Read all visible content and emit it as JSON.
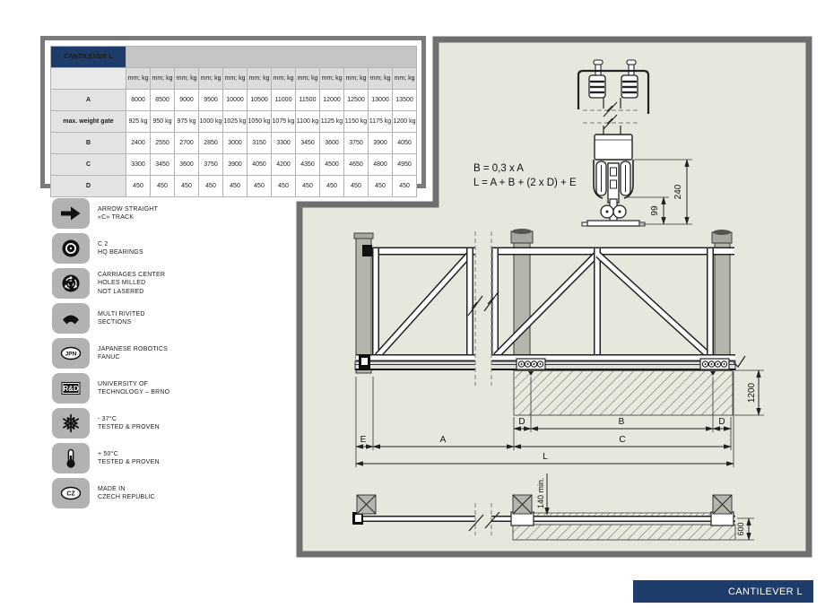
{
  "spec_table": {
    "title": "CANTILEVER L",
    "unit_cells": [
      "mm; kg",
      "mm; kg",
      "mm; kg",
      "mm; kg",
      "mm; kg",
      "mm; kg",
      "mm; kg",
      "mm; kg",
      "mm; kg",
      "mm; kg",
      "mm; kg",
      "mm; kg"
    ],
    "rows": [
      {
        "label": "A",
        "values": [
          "8000",
          "8500",
          "9000",
          "9500",
          "10000",
          "10500",
          "11000",
          "11500",
          "12000",
          "12500",
          "13000",
          "13500"
        ]
      },
      {
        "label": "max. weight gate",
        "values": [
          "925 kg",
          "950 kg",
          "975 kg",
          "1000 kg",
          "1025 kg",
          "1050 kg",
          "1075 kg",
          "1100 kg",
          "1125 kg",
          "1150 kg",
          "1175 kg",
          "1200 kg"
        ]
      },
      {
        "label": "B",
        "values": [
          "2400",
          "2550",
          "2700",
          "2850",
          "3000",
          "3150",
          "3300",
          "3450",
          "3600",
          "3750",
          "3900",
          "4050"
        ]
      },
      {
        "label": "C",
        "values": [
          "3300",
          "3450",
          "3600",
          "3750",
          "3900",
          "4050",
          "4200",
          "4350",
          "4500",
          "4650",
          "4800",
          "4950"
        ]
      },
      {
        "label": "D",
        "values": [
          "450",
          "450",
          "450",
          "450",
          "450",
          "450",
          "450",
          "450",
          "450",
          "450",
          "450",
          "450"
        ]
      }
    ]
  },
  "features": [
    {
      "icon": "straight-arrow-icon",
      "label": "ARROW STRAIGHT\n«C» TRACK"
    },
    {
      "icon": "bearings-icon",
      "label": "C 2\nHQ BEARINGS"
    },
    {
      "icon": "carriage-disc-icon",
      "label": "CARRIAGES CENTER\nHOLES MILLED\nNOT LASERED"
    },
    {
      "icon": "riveted-sections-icon",
      "label": "MULTI RIVITED\nSECTIONS"
    },
    {
      "icon": "jpn-badge-icon",
      "label": "JAPANESE ROBOTICS\nFANUC"
    },
    {
      "icon": "rnd-badge-icon",
      "label": "UNIVERSITY OF\nTECHNOLOGY – BRNO"
    },
    {
      "icon": "snowflake-icon",
      "label": "- 37°C\nTESTED & PROVEN"
    },
    {
      "icon": "thermometer-icon",
      "label": "+ 50°C\nTESTED & PROVEN"
    },
    {
      "icon": "cz-badge-icon",
      "label": "MADE IN\nCZECH REPUBLIC"
    }
  ],
  "badges": {
    "jpn": "JPN",
    "rnd": "R&D",
    "cz": "CZ"
  },
  "diagram": {
    "formula_line1": "B = 0,3 x A",
    "formula_line2": "L = A + B + (2 x D) + E",
    "dim_240": "240",
    "dim_99": "99",
    "dim_1200": "1200",
    "dim_600": "600",
    "dim_140": "140 min.",
    "label_D_left": "D",
    "label_B": "B",
    "label_D_right": "D",
    "label_E": "E",
    "label_A": "A",
    "label_C": "C",
    "label_L": "L"
  },
  "footer": {
    "label": "CANTILEVER L"
  },
  "colors": {
    "navy": "#1e3c6a",
    "panel_bg": "#e8e7dd",
    "panel_border": "#6f6f6f",
    "frame_gray": "#7a7a7a",
    "icon_bg": "#b2b2b2"
  }
}
